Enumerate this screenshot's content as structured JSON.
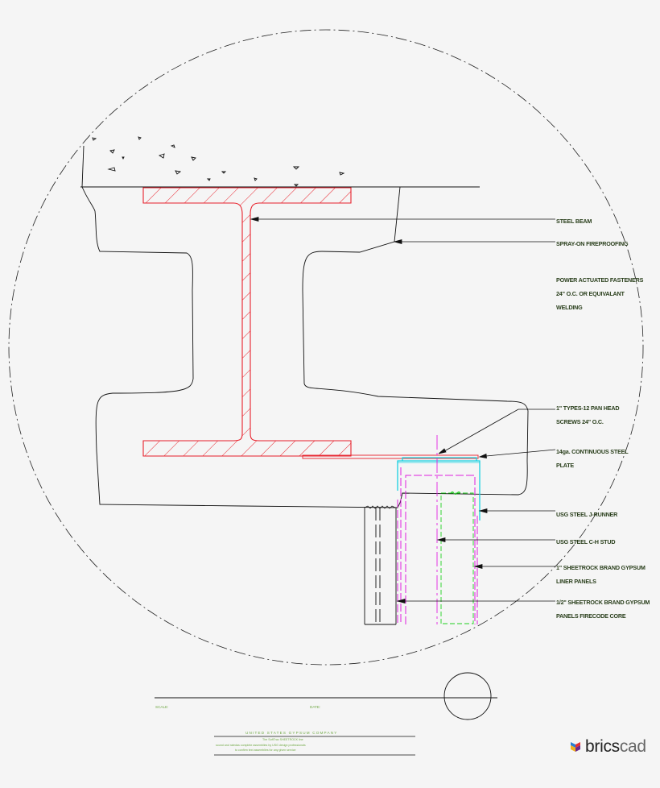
{
  "labels": {
    "steel_beam": "STEEL BEAM",
    "spray_on": "SPRAY-ON FIREPROOFING",
    "power_1": "POWER ACTUATED FASTENERS",
    "power_2": "24\" O.C. OR EQUIVALANT",
    "power_3": "WELDING",
    "screws_1": "1\" TYPES-12 PAN HEAD",
    "screws_2": "SCREWS 24\" O.C.",
    "plate_1": "14ga. CONTINUOUS STEEL",
    "plate_2": "PLATE",
    "runner": "USG STEEL J-RUNNER",
    "stud": "USG STEEL C-H STUD",
    "liner_1": "1\" SHEETROCK BRAND GYPSUM",
    "liner_2": "LINER PANELS",
    "panels_1": "1/2\" SHEETROCK BRAND GYPSUM",
    "panels_2": "PANELS FIRECODE CORE"
  },
  "title_block": {
    "scale_label": "SCALE:",
    "date_label": "DATE:",
    "company": "UNITED STATES GYPSUM COMPANY",
    "note_1": "The SoftTrac SHEETROCK line",
    "note_2": "sound and ratedas complete assemblies by USG design professionals",
    "note_3": "to confirm text assemblies for any given service"
  },
  "logo": {
    "part1": "brics",
    "part2": "cad"
  },
  "colors": {
    "steel": "#e8202a",
    "stud": "#e020e0",
    "runner": "#18d0e0",
    "liner": "#20d020",
    "lines": "#111111",
    "labels": "#2a3f1c",
    "title_text": "#6fa844"
  }
}
